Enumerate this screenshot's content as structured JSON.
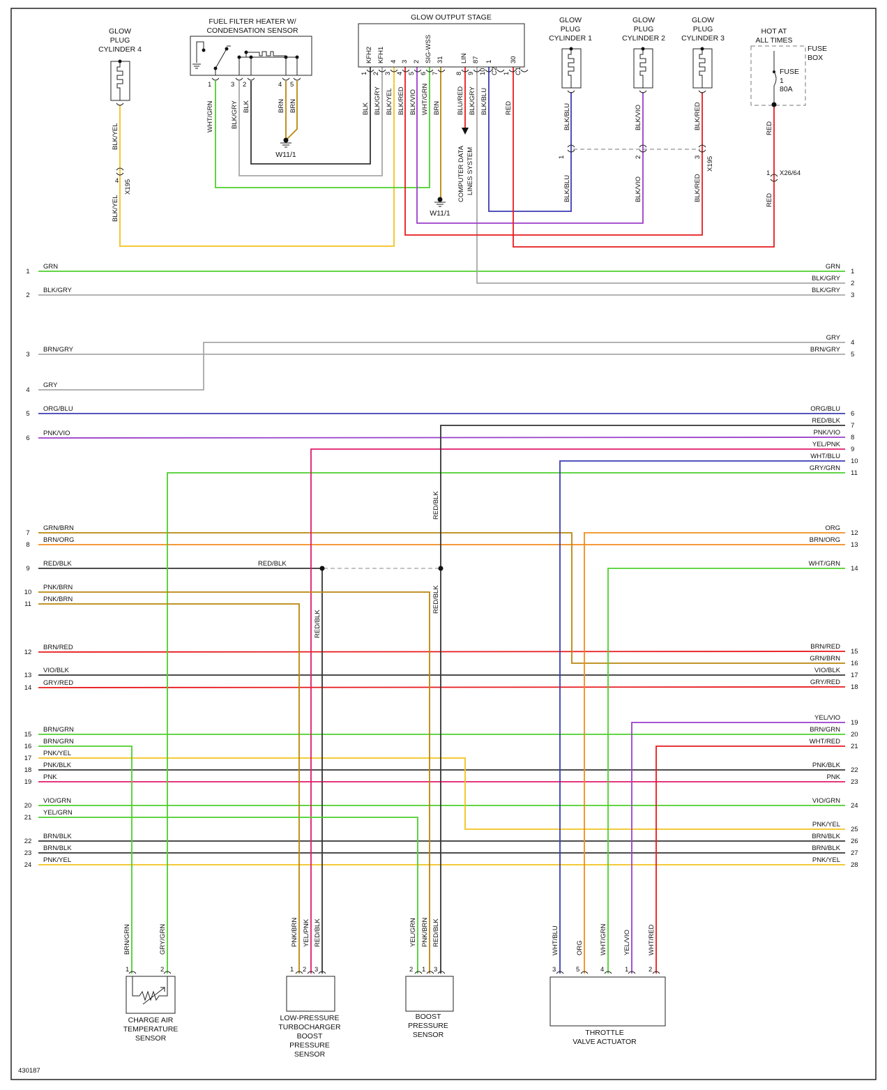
{
  "diagram_id": "430187",
  "colors": {
    "GRN": "#4ccf2c",
    "BLK": "#333333",
    "GRY": "#a8a8a8",
    "BRN": "#b8860b",
    "RED": "#e8191c",
    "ORG": "#f28c1c",
    "PNK": "#e01a6a",
    "VIO": "#9b3fc9",
    "BLU": "#3b3bb3",
    "YEL": "#f2c21c",
    "WHT": "#bbbbbb"
  },
  "components": {
    "glow_cyl4": {
      "lines": [
        "GLOW",
        "PLUG",
        "CYLINDER 4"
      ],
      "pin": "4",
      "connector": "X195"
    },
    "glow_cyl1": {
      "lines": [
        "GLOW",
        "PLUG",
        "CYLINDER 1"
      ],
      "pin": "1"
    },
    "glow_cyl2": {
      "lines": [
        "GLOW",
        "PLUG",
        "CYLINDER 2"
      ],
      "pin": "2"
    },
    "glow_cyl3": {
      "lines": [
        "GLOW",
        "PLUG",
        "CYLINDER 3"
      ],
      "pin": "3",
      "connector": "X195"
    },
    "fuel_filter_heater": {
      "lines": [
        "FUEL FILTER HEATER W/",
        "CONDENSATION SENSOR"
      ],
      "pins": [
        "1",
        "3",
        "2",
        "4",
        "5"
      ]
    },
    "glow_output_stage": {
      "title": "GLOW OUTPUT STAGE",
      "terminals": [
        "KFH2",
        "KFH1",
        "4",
        "3",
        "SIG-WSS",
        "2",
        "31",
        "LIN",
        "87",
        "1",
        "30"
      ],
      "pins": [
        "1",
        "2",
        "3",
        "4",
        "5",
        "6",
        "7",
        "8",
        "9",
        "10",
        "C2",
        "1",
        "C1"
      ]
    },
    "fuse_box": {
      "hot": [
        "HOT AT",
        "ALL TIMES"
      ],
      "box": [
        "FUSE",
        "BOX"
      ],
      "fuse": [
        "FUSE",
        "1",
        "80A"
      ],
      "pin": "1",
      "connector": "X26/64"
    },
    "ground_w11_a": "W11/1",
    "ground_w11_b": "W11/1",
    "computer_data": [
      "COMPUTER DATA",
      "LINES SYSTEM"
    ],
    "charge_air_sensor": {
      "lines": [
        "CHARGE AIR",
        "TEMPERATURE",
        "SENSOR"
      ],
      "pins": [
        "1",
        "2"
      ]
    },
    "lp_turbo_sensor": {
      "lines": [
        "LOW-PRESSURE",
        "TURBOCHARGER",
        "BOOST",
        "PRESSURE",
        "SENSOR"
      ],
      "pins": [
        "1",
        "2",
        "3"
      ]
    },
    "boost_sensor": {
      "lines": [
        "BOOST",
        "PRESSURE",
        "SENSOR"
      ],
      "pins": [
        "2",
        "1",
        "3"
      ]
    },
    "throttle_actuator": {
      "lines": [
        "THROTTLE",
        "VALVE ACTUATOR"
      ],
      "pins": [
        "3",
        "5",
        "4",
        "1",
        "2"
      ]
    }
  },
  "wire_labels": {
    "cyl4_top": "BLK/YEL",
    "cyl4_bot": "BLK/YEL",
    "ffh_1": "WHT/GRN",
    "ffh_3": "BLK/GRY",
    "ffh_2": "BLK",
    "ffh_4": "BRN",
    "ffh_5": "BRN",
    "gos": [
      "BLK",
      "BLK/GRY",
      "BLK/YEL",
      "BLK/RED",
      "BLK/VIO",
      "WHT/GRN",
      "BRN",
      "BLU/RED",
      "BLK/GRY",
      "BLK/BLU",
      "RED"
    ],
    "cyl1_top": "BLK/BLU",
    "cyl1_bot": "BLK/BLU",
    "cyl2_top": "BLK/VIO",
    "cyl2_bot": "BLK/VIO",
    "cyl3_top": "BLK/RED",
    "cyl3_bot": "BLK/RED",
    "fuse_top": "RED",
    "fuse_bot": "RED",
    "red_blk_v1": "RED/BLK",
    "red_blk_v2": "RED/BLK",
    "red_blk_v3": "RED/BLK",
    "red_blk_h": "RED/BLK",
    "cats": [
      "BRN/GRN",
      "GRY/GRN"
    ],
    "lpt": [
      "PNK/BRN",
      "YEL/PNK",
      "RED/BLK"
    ],
    "bps": [
      "YEL/GRN",
      "PNK/BRN",
      "RED/BLK"
    ],
    "tva": [
      "WHT/BLU",
      "ORG",
      "WHT/GRN",
      "YEL/VIO",
      "WHT/RED"
    ]
  },
  "left_wires": [
    {
      "n": "1",
      "label": "GRN"
    },
    {
      "n": "2",
      "label": "BLK/GRY"
    },
    {
      "n": "3",
      "label": "BRN/GRY"
    },
    {
      "n": "4",
      "label": "GRY"
    },
    {
      "n": "5",
      "label": "ORG/BLU"
    },
    {
      "n": "6",
      "label": "PNK/VIO"
    },
    {
      "n": "7",
      "label": "GRN/BRN"
    },
    {
      "n": "8",
      "label": "BRN/ORG"
    },
    {
      "n": "9",
      "label": "RED/BLK"
    },
    {
      "n": "10",
      "label": "PNK/BRN"
    },
    {
      "n": "11",
      "label": "PNK/BRN"
    },
    {
      "n": "12",
      "label": "BRN/RED"
    },
    {
      "n": "13",
      "label": "VIO/BLK"
    },
    {
      "n": "14",
      "label": "GRY/RED"
    },
    {
      "n": "15",
      "label": "BRN/GRN"
    },
    {
      "n": "16",
      "label": "BRN/GRN"
    },
    {
      "n": "17",
      "label": "PNK/YEL"
    },
    {
      "n": "18",
      "label": "PNK/BLK"
    },
    {
      "n": "19",
      "label": "PNK"
    },
    {
      "n": "20",
      "label": "VIO/GRN"
    },
    {
      "n": "21",
      "label": "YEL/GRN"
    },
    {
      "n": "22",
      "label": "BRN/BLK"
    },
    {
      "n": "23",
      "label": "BRN/BLK"
    },
    {
      "n": "24",
      "label": "PNK/YEL"
    }
  ],
  "right_wires": [
    {
      "n": "1",
      "label": "GRN"
    },
    {
      "n": "2",
      "label": "BLK/GRY"
    },
    {
      "n": "3",
      "label": "BLK/GRY"
    },
    {
      "n": "4",
      "label": "GRY"
    },
    {
      "n": "5",
      "label": "BRN/GRY"
    },
    {
      "n": "6",
      "label": "ORG/BLU"
    },
    {
      "n": "7",
      "label": "RED/BLK"
    },
    {
      "n": "8",
      "label": "PNK/VIO"
    },
    {
      "n": "9",
      "label": "YEL/PNK"
    },
    {
      "n": "10",
      "label": "WHT/BLU"
    },
    {
      "n": "11",
      "label": "GRY/GRN"
    },
    {
      "n": "12",
      "label": "ORG"
    },
    {
      "n": "13",
      "label": "BRN/ORG"
    },
    {
      "n": "14",
      "label": "WHT/GRN"
    },
    {
      "n": "15",
      "label": "BRN/RED"
    },
    {
      "n": "16",
      "label": "GRN/BRN"
    },
    {
      "n": "17",
      "label": "VIO/BLK"
    },
    {
      "n": "18",
      "label": "GRY/RED"
    },
    {
      "n": "19",
      "label": "YEL/VIO"
    },
    {
      "n": "20",
      "label": "BRN/GRN"
    },
    {
      "n": "21",
      "label": "WHT/RED"
    },
    {
      "n": "22",
      "label": "PNK/BLK"
    },
    {
      "n": "23",
      "label": "PNK"
    },
    {
      "n": "24",
      "label": "VIO/GRN"
    },
    {
      "n": "25",
      "label": "PNK/YEL"
    },
    {
      "n": "26",
      "label": "BRN/BLK"
    },
    {
      "n": "27",
      "label": "BRN/BLK"
    },
    {
      "n": "28",
      "label": "PNK/YEL"
    }
  ]
}
